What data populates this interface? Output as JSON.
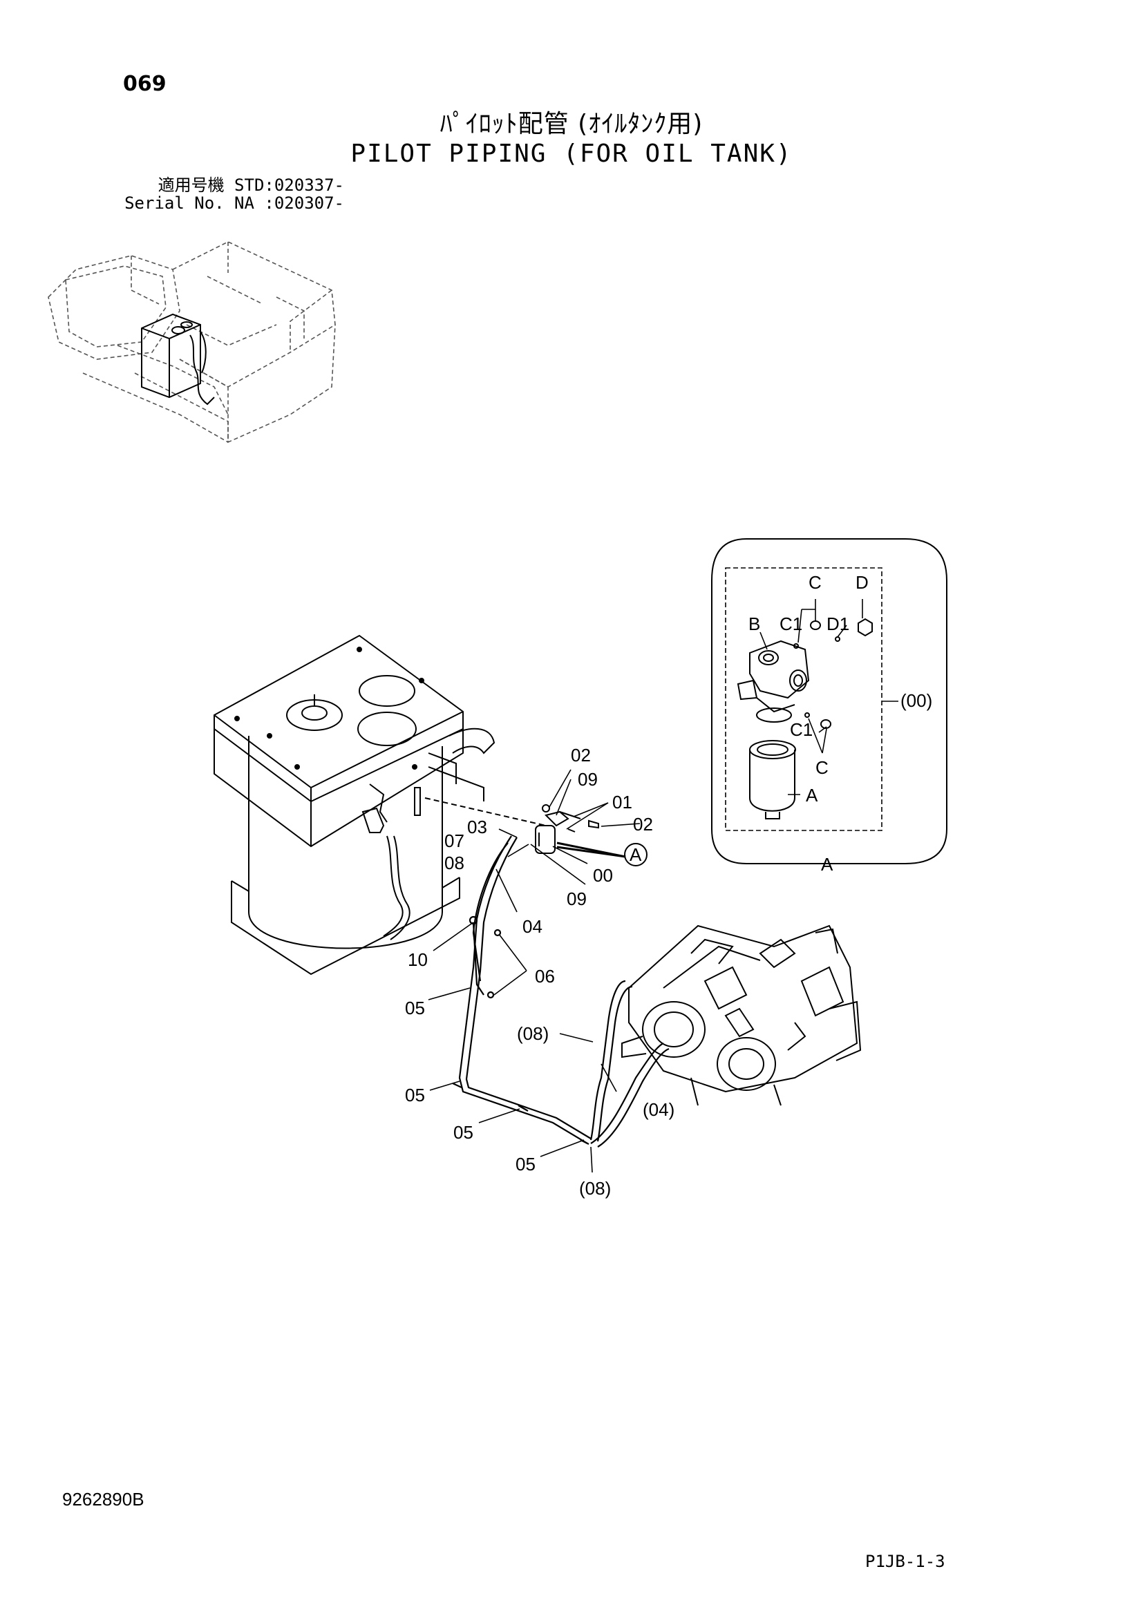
{
  "header": {
    "page_number": "069",
    "title_jp": "ﾊﾟｲﾛｯﾄ配管 (ｵｲﾙﾀﾝｸ用)",
    "title_en": "PILOT PIPING (FOR OIL TANK)",
    "serial_line_1": "適用号機  STD:020337-",
    "serial_line_2": "Serial No. NA :020307-"
  },
  "callouts": {
    "c02a": "02",
    "c09a": "09",
    "c01": "01",
    "c02b": "02",
    "c03": "03",
    "c07": "07",
    "c08": "08",
    "c00": "00",
    "c09b": "09",
    "c04": "04",
    "c10": "10",
    "c06": "06",
    "c05a": "05",
    "c05b": "05",
    "c05c": "05",
    "c05d": "05",
    "p08a": "(08)",
    "p08b": "(08)",
    "p04": "(04)",
    "circleA": "A"
  },
  "detail": {
    "label_C_top": "C",
    "label_D_top": "D",
    "label_B": "B",
    "label_C1_top": "C1",
    "label_D1": "D1",
    "label_00": "(00)",
    "label_C1_bottom": "C1",
    "label_C_bottom": "C",
    "label_A_inner": "A",
    "label_A_bottom": "A"
  },
  "footer": {
    "drawing_number": "9262890B",
    "page_code": "P1JB-1-3"
  }
}
